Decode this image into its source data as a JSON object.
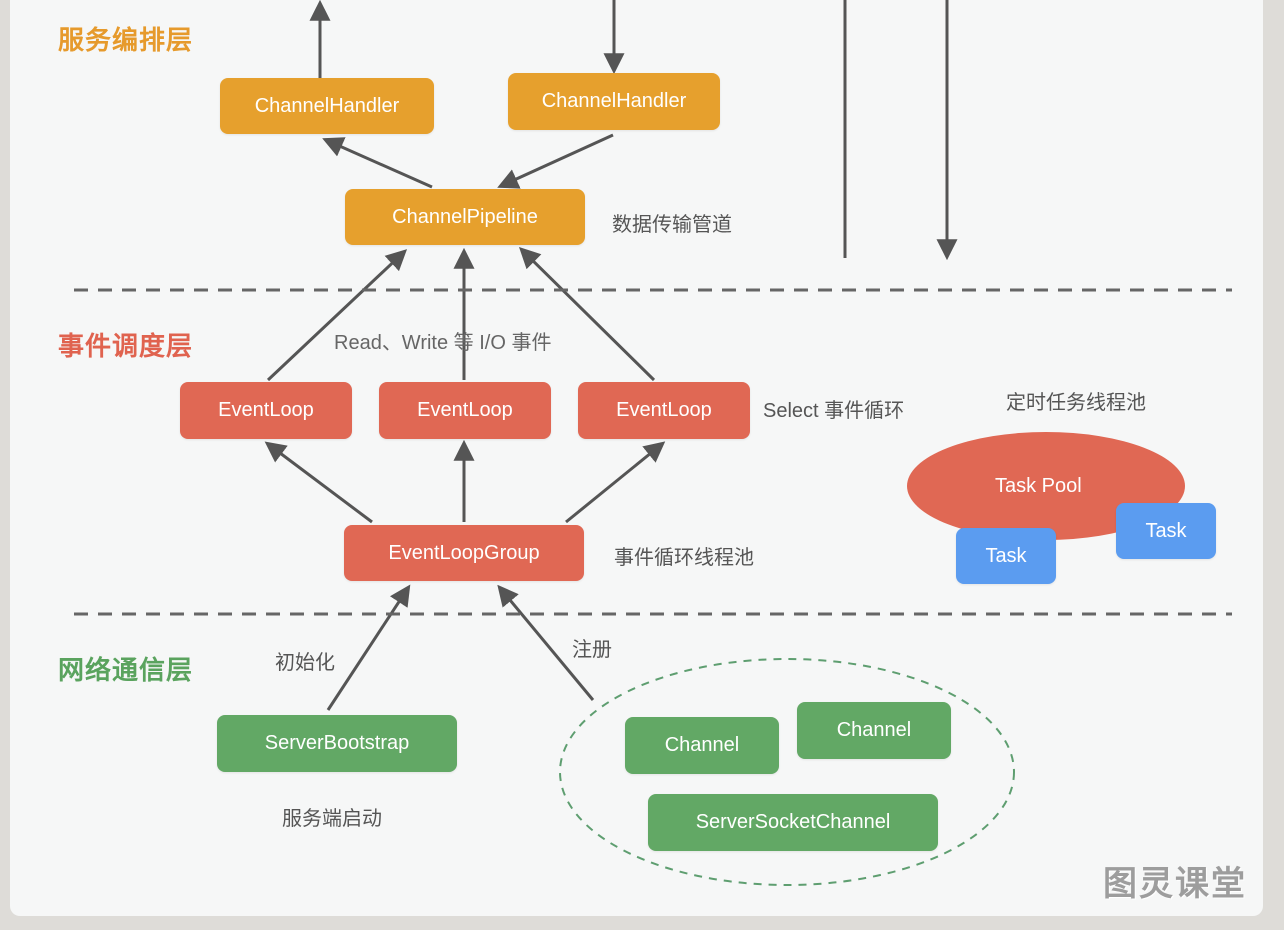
{
  "layers": {
    "service": "服务编排层",
    "event": "事件调度层",
    "network": "网络通信层"
  },
  "colors": {
    "service": "#e69a2c",
    "event": "#e0634f",
    "network": "#5aa35e",
    "task": "#5b9cf0"
  },
  "boxes": {
    "handler_left": "ChannelHandler",
    "handler_right": "ChannelHandler",
    "pipeline": "ChannelPipeline",
    "eventloop_1": "EventLoop",
    "eventloop_2": "EventLoop",
    "eventloop_3": "EventLoop",
    "eventloop_group": "EventLoopGroup",
    "task_pool": "Task Pool",
    "task_left": "Task",
    "task_right": "Task",
    "server_bootstrap": "ServerBootstrap",
    "channel_left": "Channel",
    "channel_right": "Channel",
    "server_socket_channel": "ServerSocketChannel"
  },
  "notes": {
    "pipeline": "数据传输管道",
    "io_events": "Read、Write 等 I/O 事件",
    "select_loop": "Select 事件循环",
    "timer_pool": "定时任务线程池",
    "group_pool": "事件循环线程池",
    "init": "初始化",
    "register": "注册",
    "server_start": "服务端启动"
  },
  "watermark": "图灵课堂"
}
